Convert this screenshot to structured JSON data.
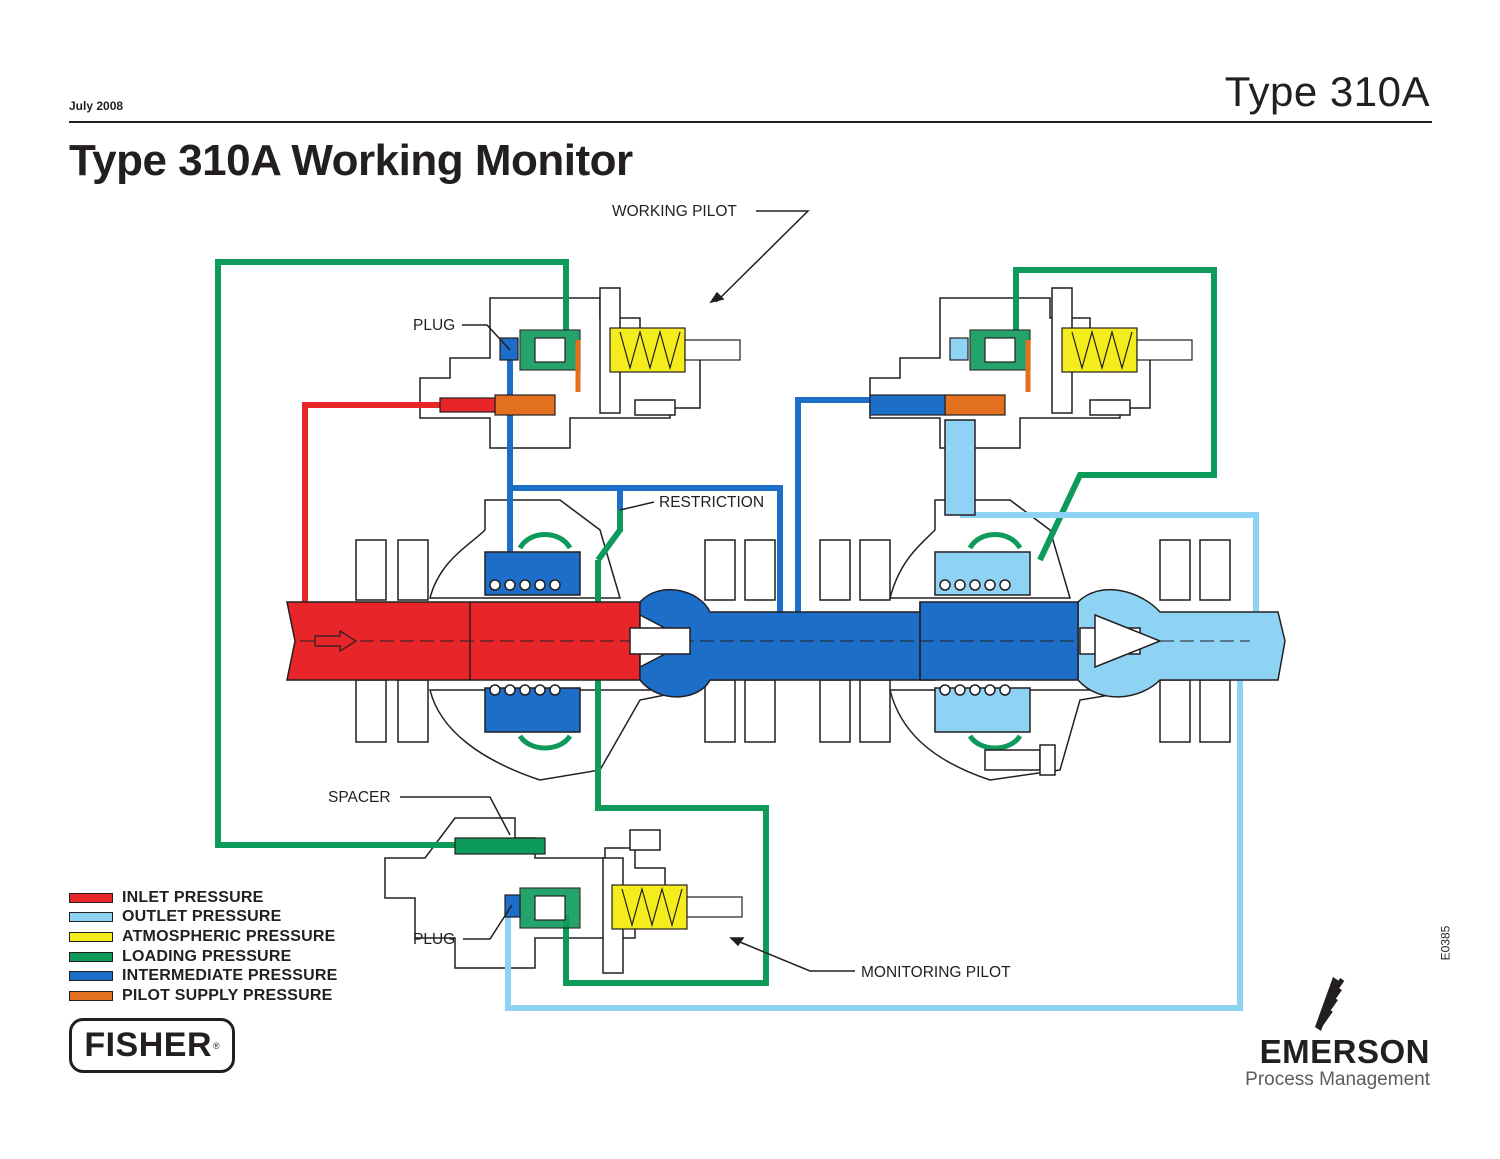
{
  "header": {
    "date": "July 2008",
    "type_label": "Type 310A"
  },
  "page_title": "Type 310A Working Monitor",
  "callouts": {
    "working_pilot": "WORKING PILOT",
    "plug_top": "PLUG",
    "restriction": "RESTRICTION",
    "spacer": "SPACER",
    "plug_bottom": "PLUG",
    "monitoring_pilot": "MONITORING PILOT"
  },
  "legend": [
    {
      "label": "INLET PRESSURE",
      "color": "#e8262a"
    },
    {
      "label": "OUTLET PRESSURE",
      "color": "#8fd3f4"
    },
    {
      "label": "ATMOSPHERIC PRESSURE",
      "color": "#f5ec1e"
    },
    {
      "label": "LOADING PRESSURE",
      "color": "#0d9a5a"
    },
    {
      "label": "INTERMEDIATE PRESSURE",
      "color": "#1c6ec9"
    },
    {
      "label": "PILOT SUPPLY PRESSURE",
      "color": "#e2701f"
    }
  ],
  "drawing_code": "E0385",
  "logos": {
    "fisher": "FISHER",
    "emerson": "EMERSON",
    "emerson_sub": "Process Management"
  },
  "colors": {
    "inlet": "#e8262a",
    "outlet": "#8fd3f4",
    "atmospheric": "#f5ec1e",
    "loading": "#0d9a5a",
    "intermediate": "#1c6ec9",
    "pilot_supply": "#e2701f",
    "outline": "#231f20"
  }
}
